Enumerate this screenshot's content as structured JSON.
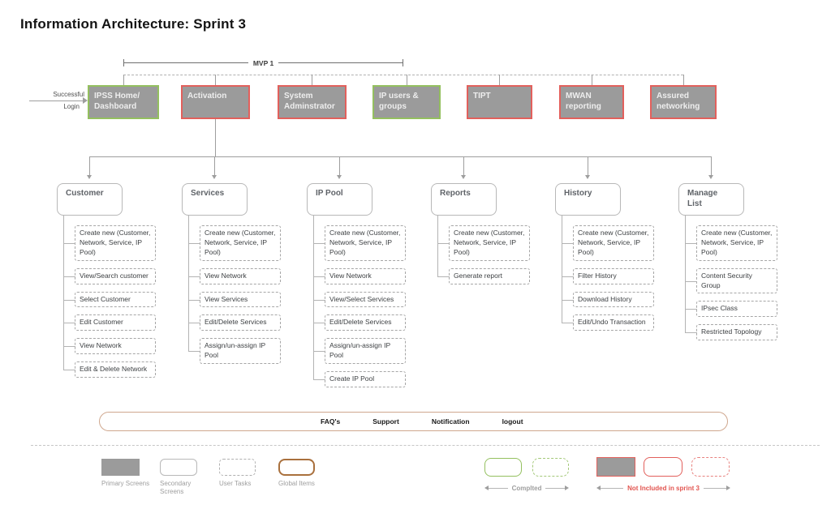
{
  "title": "Information Architecture: Sprint 3",
  "mvp_label": "MVP 1",
  "login": {
    "line1": "Successful",
    "line2": "Login"
  },
  "top_row": {
    "items": [
      {
        "label": "IPSS Home/ Dashboard",
        "status": "completed"
      },
      {
        "label": "Activation",
        "status": "not-included"
      },
      {
        "label": "System Adminstrator",
        "status": "not-included"
      },
      {
        "label": "IP users & groups",
        "status": "completed"
      },
      {
        "label": "TIPT",
        "status": "not-included"
      },
      {
        "label": "MWAN reporting",
        "status": "not-included"
      },
      {
        "label": "Assured networking",
        "status": "not-included"
      }
    ]
  },
  "columns": [
    {
      "label": "Customer",
      "tasks": [
        "Create new (Customer, Network, Service, IP Pool)",
        "View/Search customer",
        "Select Customer",
        "Edit Customer",
        "View Network",
        "Edit & Delete Network"
      ]
    },
    {
      "label": "Services",
      "tasks": [
        "Create new (Customer, Network, Service, IP Pool)",
        "View Network",
        "View Services",
        "Edit/Delete Services",
        "Assign/un-assign IP Pool"
      ]
    },
    {
      "label": "IP Pool",
      "tasks": [
        "Create new (Customer, Network, Service, IP Pool)",
        "View Network",
        "View/Select Services",
        "Edit/Delete Services",
        "Assign/un-assign IP Pool",
        "Create IP Pool"
      ]
    },
    {
      "label": "Reports",
      "tasks": [
        "Create new (Customer, Network, Service, IP Pool)",
        "Generate report"
      ]
    },
    {
      "label": "History",
      "tasks": [
        "Create new (Customer, Network, Service, IP Pool)",
        "Filter History",
        "Download History",
        "Edit/Undo Transaction"
      ]
    },
    {
      "label": "Manage List",
      "tasks": [
        "Create new (Customer, Network, Service, IP Pool)",
        "Content Security Group",
        "IPsec Class",
        "Restricted Topology"
      ]
    }
  ],
  "global_bar": {
    "items": [
      "FAQ's",
      "Support",
      "Notification",
      "logout"
    ]
  },
  "legend": {
    "primary_label": "Primary Screens",
    "secondary_label": "Secondary Screens",
    "user_tasks_label": "User Tasks",
    "global_items_label": "Global Items",
    "completed_label": "Complted",
    "not_included_label": "Not Included in sprint 3"
  },
  "colors": {
    "primary_fill": "#9b9b9b",
    "completed_border": "#94c05f",
    "not_included_border": "#e2605c",
    "global_items_border": "#a9703d",
    "connector": "#9e9e9e"
  }
}
